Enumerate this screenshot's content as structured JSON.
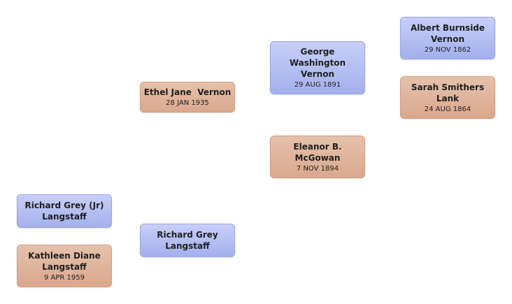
{
  "people": {
    "albert": {
      "name_lines": [
        "Albert Burnside",
        "Vernon"
      ],
      "date": "29 NOV 1862"
    },
    "sarah": {
      "name_lines": [
        "Sarah Smithers",
        "Lank"
      ],
      "date": "24 AUG 1864"
    },
    "george": {
      "name_lines": [
        "George",
        "Washington",
        "Vernon"
      ],
      "date": "29 AUG 1891"
    },
    "eleanor": {
      "name_lines": [
        "Eleanor B.",
        "McGowan"
      ],
      "date": "7 NOV 1894"
    },
    "ethel": {
      "name_lines": [
        "Ethel Jane  Vernon"
      ],
      "date": "28 JAN 1935"
    },
    "richard_sr": {
      "name_lines": [
        "Richard Grey",
        "Langstaff"
      ],
      "date": ""
    },
    "richard_jr": {
      "name_lines": [
        "Richard Grey (Jr)",
        "Langstaff"
      ],
      "date": ""
    },
    "kathleen": {
      "name_lines": [
        "Kathleen Diane",
        "Langstaff"
      ],
      "date": "9 APR 1959"
    }
  },
  "colors": {
    "male_card": "#a3b0ec",
    "female_card": "#d9a88e"
  }
}
